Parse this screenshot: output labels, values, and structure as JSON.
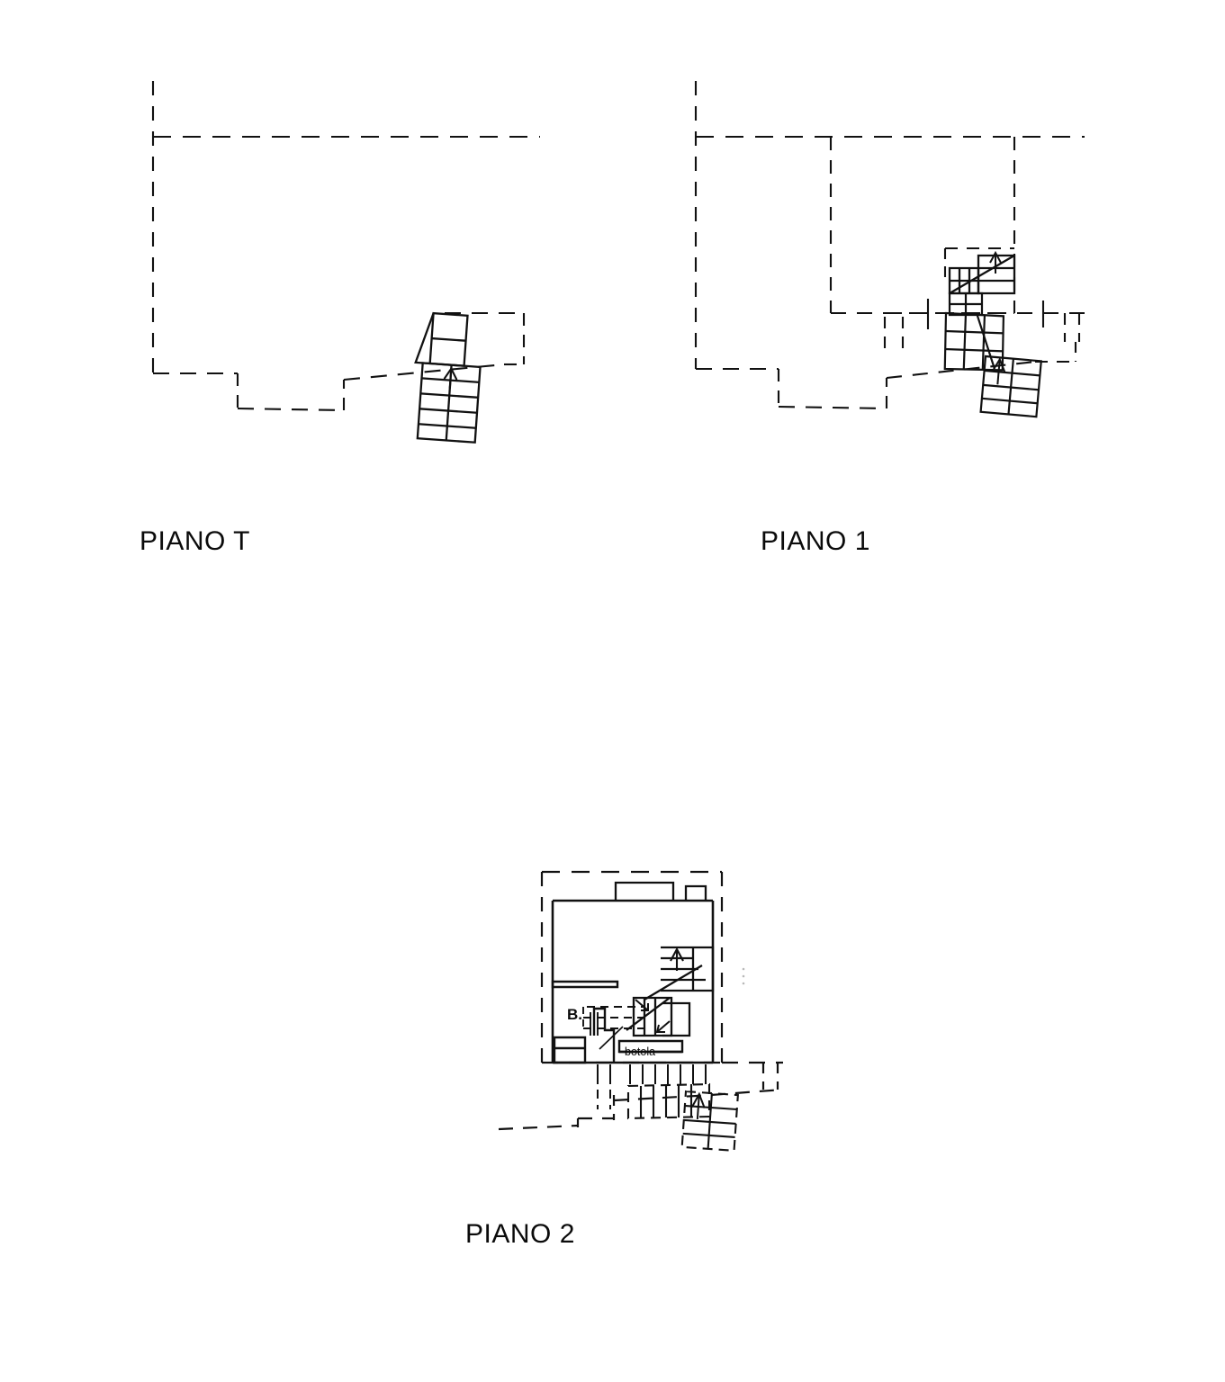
{
  "drawing": {
    "kind": "architectural-floor-plans",
    "background_color": "#ffffff",
    "line_color": "#111111",
    "sheet_width": 1361,
    "sheet_height": 1536
  },
  "plans": [
    {
      "id": "piano-t",
      "label": "PIANO T",
      "description": "Ground floor outline shown as dashed property/building boundary with an external straight-flight staircase at lower right marked with an up arrow.",
      "annotations": []
    },
    {
      "id": "piano-1",
      "label": "PIANO 1",
      "description": "First floor outline shown dashed with an internal room boundary, a winder staircase block at centre-right and a second external flight below it marked with an up arrow.",
      "annotations": []
    },
    {
      "id": "piano-2",
      "label": "PIANO 2",
      "description": "Second floor drawn with solid walls inside a dashed boundary, two roof projections on the top wall, a bathroom at lower left, a winder stair at the right and an external stair below.",
      "annotations": [
        {
          "id": "room-b",
          "text": "B.",
          "meaning": "bagno"
        },
        {
          "id": "botola",
          "text": "botola",
          "meaning": "hatch / trapdoor",
          "has_leader_line": true
        }
      ]
    }
  ],
  "labels": {
    "piano_t": "PIANO T",
    "piano_1": "PIANO 1",
    "piano_2": "PIANO 2",
    "room_b": "B.",
    "botola": "botola"
  }
}
